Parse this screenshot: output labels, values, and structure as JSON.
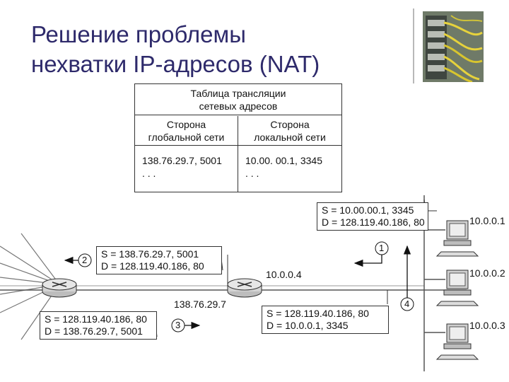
{
  "title": {
    "line1": "Решение проблемы",
    "line2": "нехватки IP-адресов (NAT)"
  },
  "table": {
    "header_line1": "Таблица трансляции",
    "header_line2": "сетевых адресов",
    "global_header_line1": "Сторона",
    "global_header_line2": "глобальной сети",
    "local_header_line1": "Сторона",
    "local_header_line2": "локальной сети",
    "global_entry": "138.76.29.7, 5001",
    "local_entry": "10.00. 00.1, 3345",
    "ellipsis": ". . ."
  },
  "packets": {
    "p1": {
      "num": "1",
      "src": "S = 10.00.00.1, 3345",
      "dst": "D = 128.119.40.186, 80"
    },
    "p2": {
      "num": "2",
      "src": "S = 138.76.29.7, 5001",
      "dst": "D = 128.119.40.186, 80"
    },
    "p3": {
      "num": "3",
      "src": "S = 128.119.40.186, 80",
      "dst": "D = 138.76.29.7, 5001"
    },
    "p4": {
      "num": "4",
      "src": "S = 128.119.40.186, 80",
      "dst": "D = 10.0.0.1, 3345"
    }
  },
  "addresses": {
    "router_local": "10.0.0.4",
    "router_global": "138.76.29.7",
    "host1": "10.0.0.1",
    "host2": "10.0.0.2",
    "host3": "10.0.0.3"
  }
}
